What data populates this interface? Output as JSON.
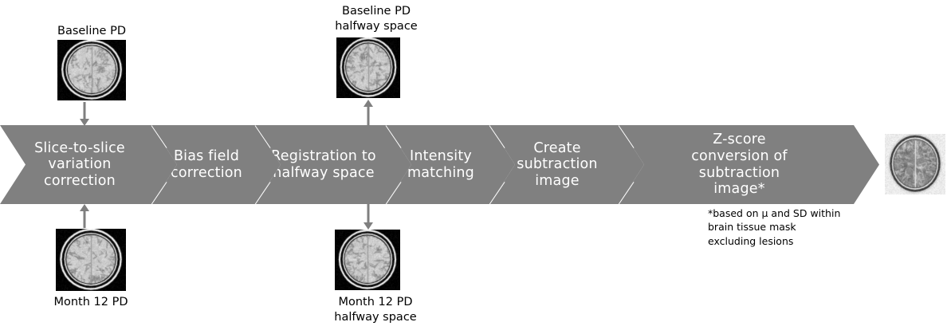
{
  "diagram": {
    "title": "MRI subtraction image processing pipeline",
    "banner_color": "#808080",
    "banner_text_color": "#ffffff",
    "arrow_color": "#7f7f7f",
    "stages": [
      {
        "id": "slice-to-slice-variation-correction",
        "label": "Slice-to-slice\nvariation\ncorrection"
      },
      {
        "id": "bias-field-correction",
        "label": "Bias field\ncorrection"
      },
      {
        "id": "registration-to-halfway-space",
        "label": "Registration to\nhalfway space"
      },
      {
        "id": "intensity-matching",
        "label": "Intensity\nmatching"
      },
      {
        "id": "create-subtraction-image",
        "label": "Create\nsubtraction\nimage"
      },
      {
        "id": "z-score-conversion",
        "label": "Z-score\nconversion of\nsubtraction\nimage*"
      }
    ],
    "captions": {
      "baseline_pd": "Baseline PD",
      "baseline_pd_halfway": "Baseline PD\nhalfway space",
      "month12_pd": "Month 12 PD",
      "month12_pd_halfway": "Month 12 PD\nhalfway space"
    },
    "footnote": "*based on μ and SD within\nbrain tissue mask\nexcluding lesions",
    "images": [
      {
        "id": "baseline-pd-brain-image",
        "kind": "pd-brain-mri",
        "position": "top-left"
      },
      {
        "id": "month12-pd-brain-image",
        "kind": "pd-brain-mri",
        "position": "bottom-left"
      },
      {
        "id": "baseline-pd-halfway-brain-image",
        "kind": "pd-brain-mri",
        "position": "top-middle"
      },
      {
        "id": "month12-pd-halfway-brain-image",
        "kind": "pd-brain-mri",
        "position": "bottom-middle"
      },
      {
        "id": "zscore-subtraction-brain-image",
        "kind": "zscore-brain-map",
        "position": "right-end"
      }
    ],
    "arrows": [
      {
        "id": "arrow-baseline-pd-to-pipeline",
        "direction": "down"
      },
      {
        "id": "arrow-month12-pd-to-pipeline",
        "direction": "up"
      },
      {
        "id": "arrow-pipeline-to-baseline-pd-halfway",
        "direction": "up"
      },
      {
        "id": "arrow-pipeline-to-month12-pd-halfway",
        "direction": "down"
      }
    ]
  }
}
